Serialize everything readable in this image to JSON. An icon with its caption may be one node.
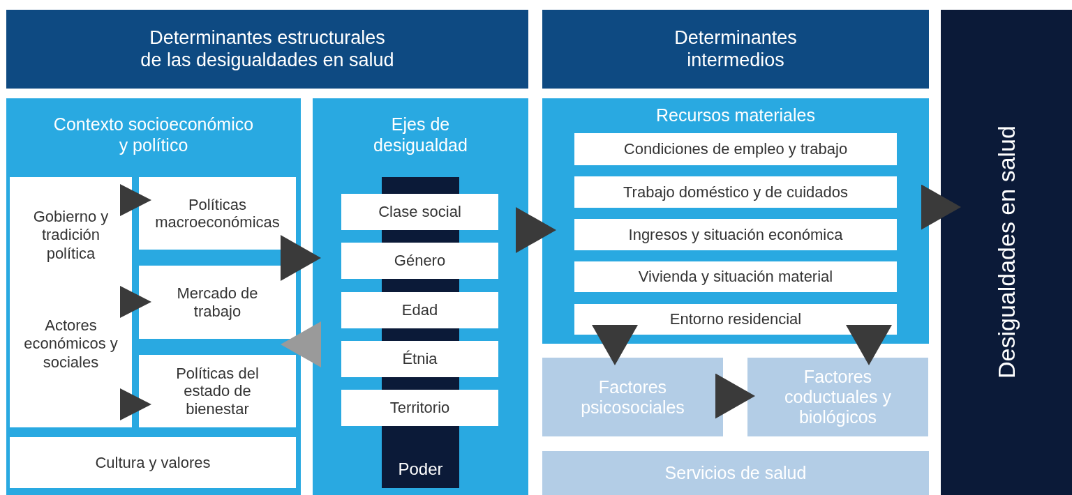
{
  "diagram": {
    "nodes": [
      {
        "text": [
          "Determinantes estructurales de las desigualdades en salud"
        ]
      },
      {
        "text": [
          "Determinantes intermedios"
        ]
      },
      {
        "text": [
          "Desigualdades en salud"
        ]
      },
      {
        "text": [
          "Contexto socioeconómico y político"
        ]
      },
      {
        "text": [
          "Gobierno y tradición política",
          "Actores económicos y sociales"
        ],
        "in": 3
      },
      {
        "text": [
          "Políticas macroeconómicas"
        ],
        "in": 3
      },
      {
        "text": [
          "Mercado de trabajo"
        ],
        "in": 3
      },
      {
        "text": [
          "Políticas del estado de bienestar"
        ],
        "in": 3
      },
      {
        "text": [
          "Cultura y valores"
        ],
        "in": 3
      },
      {
        "text": [
          "Ejes de desigualdad"
        ]
      },
      {
        "text": [
          "Poder"
        ],
        "in": 9
      },
      {
        "text": [
          "Clase social"
        ],
        "in": 9
      },
      {
        "text": [
          "Género"
        ],
        "in": 9
      },
      {
        "text": [
          "Edad"
        ],
        "in": 9
      },
      {
        "text": [
          "Étnia"
        ],
        "in": 9
      },
      {
        "text": [
          "Territorio"
        ],
        "in": 9
      },
      {
        "text": [
          "Recursos materiales"
        ]
      },
      {
        "text": [
          "Condiciones de empleo y trabajo"
        ],
        "in": 16
      },
      {
        "text": [
          "Trabajo doméstico y de cuidados"
        ],
        "in": 16
      },
      {
        "text": [
          "Ingresos y situación económica"
        ],
        "in": 16
      },
      {
        "text": [
          "Vivienda y situación material"
        ],
        "in": 16
      },
      {
        "text": [
          "Entorno residencial"
        ],
        "in": 16
      },
      {
        "text": [
          "Factores psicosociales"
        ]
      },
      {
        "text": [
          "Factores coductuales y biológicos"
        ]
      },
      {
        "text": [
          "Servicios de salud"
        ]
      }
    ],
    "edges": [
      {
        "from": 4,
        "to": 5,
        "arrow": "to"
      },
      {
        "from": 4,
        "to": 6,
        "arrow": "to"
      },
      {
        "from": 4,
        "to": 7,
        "arrow": "to"
      },
      {
        "from": 3,
        "to": 9,
        "arrow": "to"
      },
      {
        "from": 9,
        "to": 3,
        "arrow": "to",
        "color": "#9a9a9a"
      },
      {
        "from": 9,
        "to": 16,
        "arrow": "to"
      },
      {
        "from": 16,
        "to": 2,
        "arrow": "to"
      },
      {
        "from": 16,
        "to": 22,
        "arrow": "to"
      },
      {
        "from": 16,
        "to": 23,
        "arrow": "to"
      },
      {
        "from": 22,
        "to": 23,
        "arrow": "to"
      }
    ]
  }
}
